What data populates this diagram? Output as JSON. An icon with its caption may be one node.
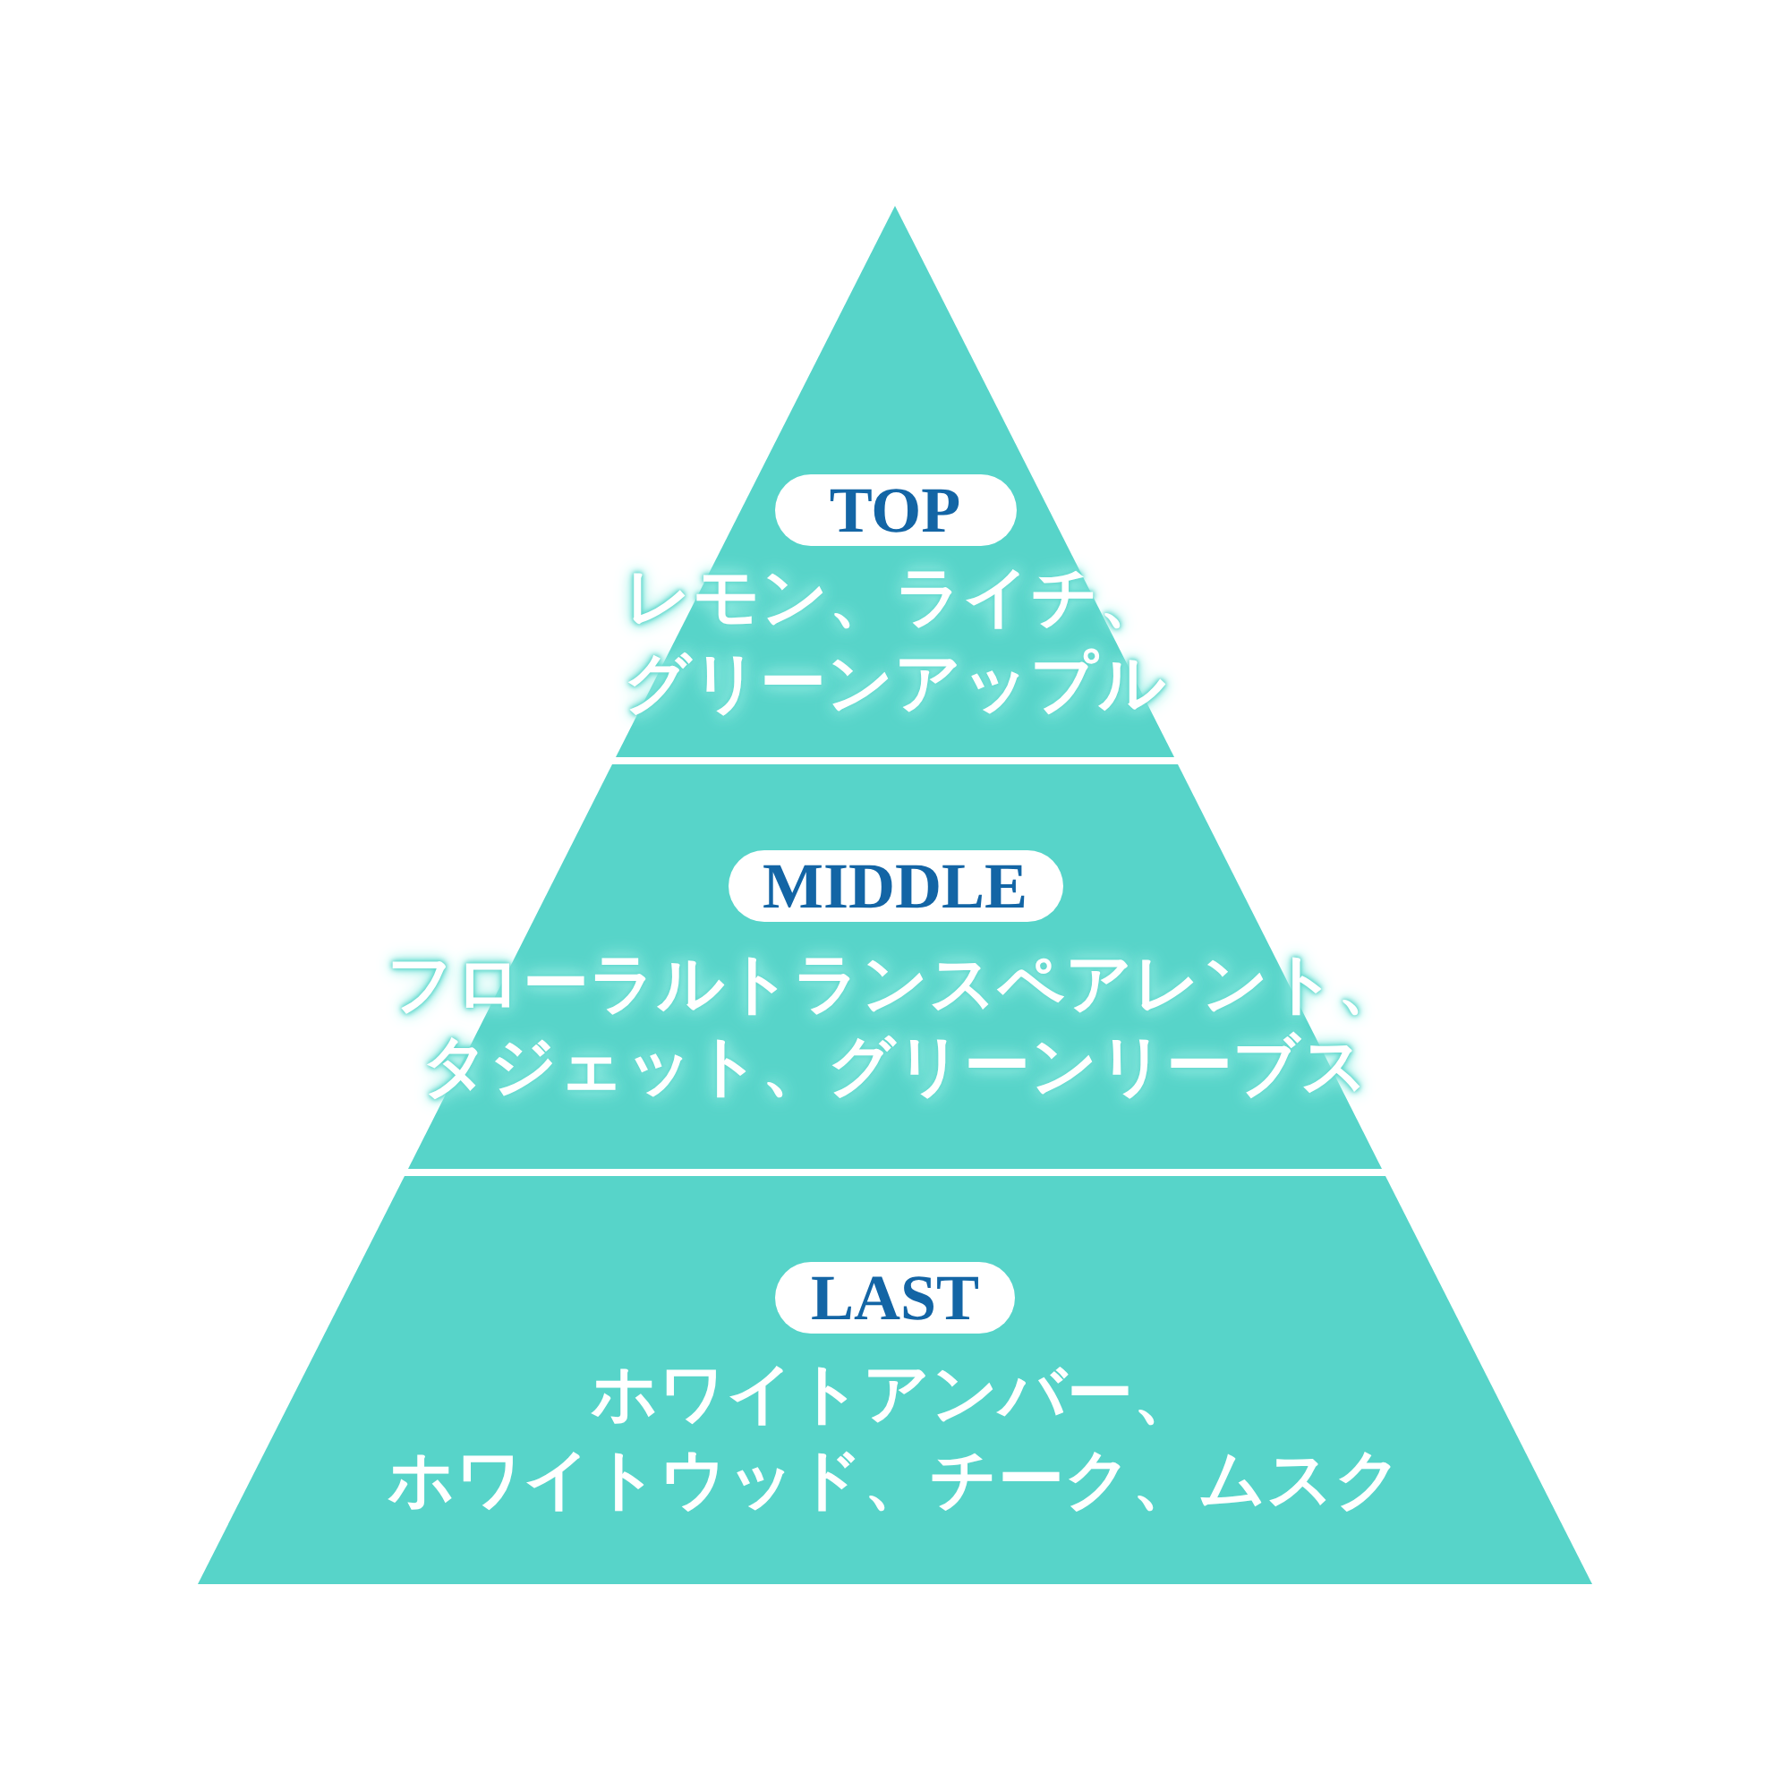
{
  "diagram": {
    "nodes": [
      {
        "text": [
          "レモン、ライチ、グリーンアップル"
        ]
      },
      {
        "text": [
          "TOP"
        ],
        "in": 0
      },
      {
        "text": [
          "フローラルトランスペアレント、タジェット、グリーンリーブス"
        ]
      },
      {
        "text": [
          "MIDDLE"
        ],
        "in": 2
      },
      {
        "text": [
          "ホワイトアンバー、ホワイトウッド、チーク、ムスク"
        ]
      },
      {
        "text": [
          "LAST"
        ],
        "in": 4
      }
    ]
  }
}
